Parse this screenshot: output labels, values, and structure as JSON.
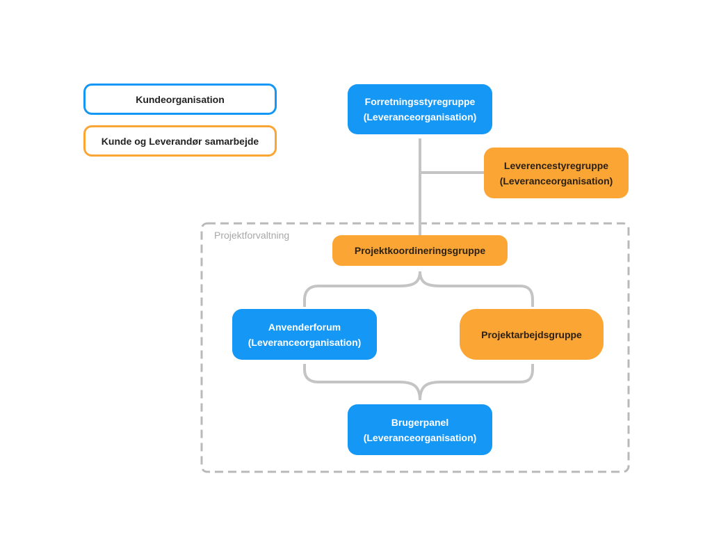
{
  "legend": {
    "customer": {
      "label": "Kundeorganisation",
      "color": "#1497f5"
    },
    "collaboration": {
      "label": "Kunde og Leverandør samarbejde",
      "color": "#fba535"
    }
  },
  "group": {
    "label": "Projektforvaltning"
  },
  "nodes": {
    "forretningsstyregruppe": {
      "line1": "Forretningsstyregruppe",
      "line2": "(Leveranceorganisation)",
      "kind": "customer"
    },
    "leverencestyregruppe": {
      "line1": "Leverencestyregruppe",
      "line2": "(Leveranceorganisation)",
      "kind": "collaboration"
    },
    "projektkoordineringsgruppe": {
      "line1": "Projektkoordineringsgruppe",
      "kind": "collaboration"
    },
    "anvenderforum": {
      "line1": "Anvenderforum",
      "line2": "(Leveranceorganisation)",
      "kind": "customer"
    },
    "projektarbejdsgruppe": {
      "line1": "Projektarbejdsgruppe",
      "kind": "collaboration"
    },
    "brugerpanel": {
      "line1": "Brugerpanel",
      "line2": "(Leveranceorganisation)",
      "kind": "customer"
    }
  },
  "colors": {
    "connector": "#c4c4c4",
    "group_border": "#b9b9b9"
  }
}
